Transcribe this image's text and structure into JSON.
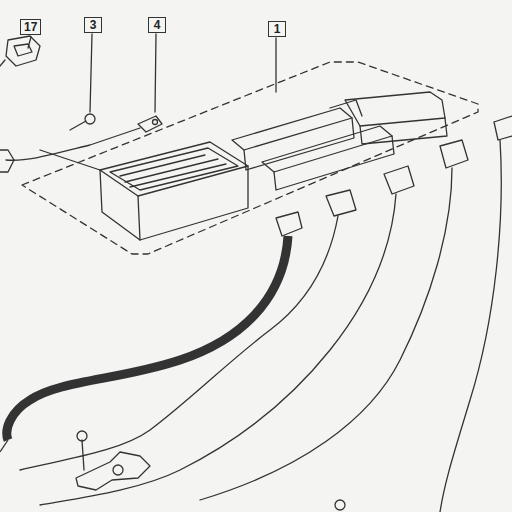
{
  "diagram": {
    "labels": [
      "17",
      "3",
      "4",
      "1"
    ]
  }
}
